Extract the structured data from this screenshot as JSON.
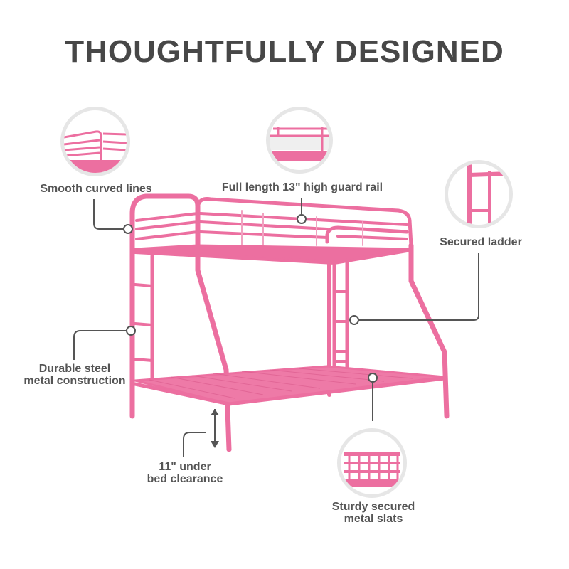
{
  "title": "THOUGHTFULLY DESIGNED",
  "colors": {
    "title": "#474747",
    "label": "#555555",
    "pink": "#ec6fa0",
    "pink_dark": "#d9598b",
    "callout_line": "#555555",
    "circle_border": "#e6e6e6"
  },
  "features": [
    {
      "id": "curved-lines",
      "label": "Smooth curved lines"
    },
    {
      "id": "guard-rail",
      "label": "Full length 13\" high guard rail"
    },
    {
      "id": "ladder",
      "label": "Secured ladder"
    },
    {
      "id": "steel",
      "label_line1": "Durable steel",
      "label_line2": "metal construction"
    },
    {
      "id": "clearance",
      "label_line1": "11\" under",
      "label_line2": "bed clearance"
    },
    {
      "id": "slats",
      "label_line1": "Sturdy secured",
      "label_line2": "metal slats"
    }
  ]
}
